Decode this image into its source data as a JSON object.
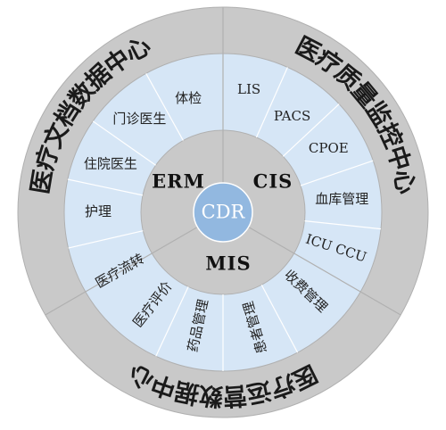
{
  "colors": {
    "outer_ring": "#c9c9c9",
    "middle_ring": "#d6e6f6",
    "inner_ring": "#c9c9c9",
    "center": "#92b8e0",
    "divider": "#ffffff",
    "ring_border": "#b0b0b0"
  },
  "outer": [
    {
      "id": "erm-center",
      "label": "医疗文档数据中心"
    },
    {
      "id": "cis-center",
      "label": "医疗质量监控中心"
    },
    {
      "id": "mis-center",
      "label": "医疗运营数据中心"
    }
  ],
  "inner": {
    "erm": "ERM",
    "cis": "CIS",
    "mis": "MIS"
  },
  "center": {
    "label": "CDR"
  },
  "items": [
    {
      "id": "tijian",
      "label": "体检"
    },
    {
      "id": "menzhen",
      "label": "门诊医生"
    },
    {
      "id": "zhuyuan",
      "label": "住院医生"
    },
    {
      "id": "huli",
      "label": "护理"
    },
    {
      "id": "lis",
      "label": "LIS"
    },
    {
      "id": "pacs",
      "label": "PACS"
    },
    {
      "id": "cpoe",
      "label": "CPOE"
    },
    {
      "id": "xueku",
      "label": "血库管理"
    },
    {
      "id": "icu",
      "label": "ICU  CCU"
    },
    {
      "id": "shoufei",
      "label": "收费管理"
    },
    {
      "id": "huanzhe",
      "label": "患者管理"
    },
    {
      "id": "yaopin",
      "label": "药品管理"
    },
    {
      "id": "pingjia",
      "label": "医疗评价"
    },
    {
      "id": "liuzhuan",
      "label": "医疗流转"
    }
  ]
}
